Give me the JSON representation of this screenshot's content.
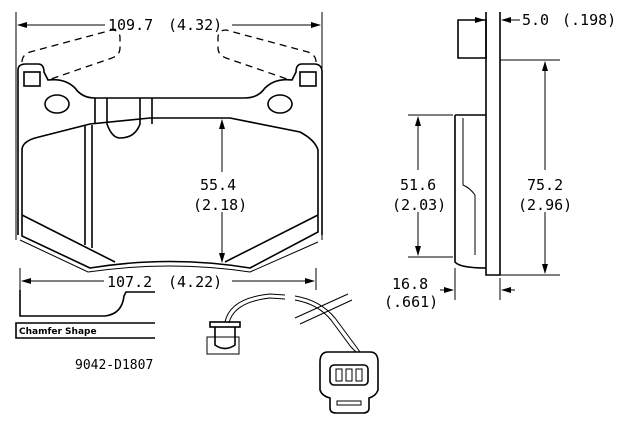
{
  "front_view": {
    "width_top": "109.7",
    "width_top_in": "(4.32)",
    "width_bottom": "107.2",
    "width_bottom_in": "(4.22)",
    "height": "55.4",
    "height_in": "(2.18)"
  },
  "side_view": {
    "backing_thickness": "5.0",
    "backing_thickness_in": "(.198)",
    "overall_height": "75.2",
    "overall_height_in": "(2.96)",
    "friction_height": "51.6",
    "friction_height_in": "(2.03)",
    "total_thickness": "16.8",
    "total_thickness_in": "(.661)"
  },
  "chamfer_label": "Chamfer Shape",
  "part_number": "9042-D1807"
}
